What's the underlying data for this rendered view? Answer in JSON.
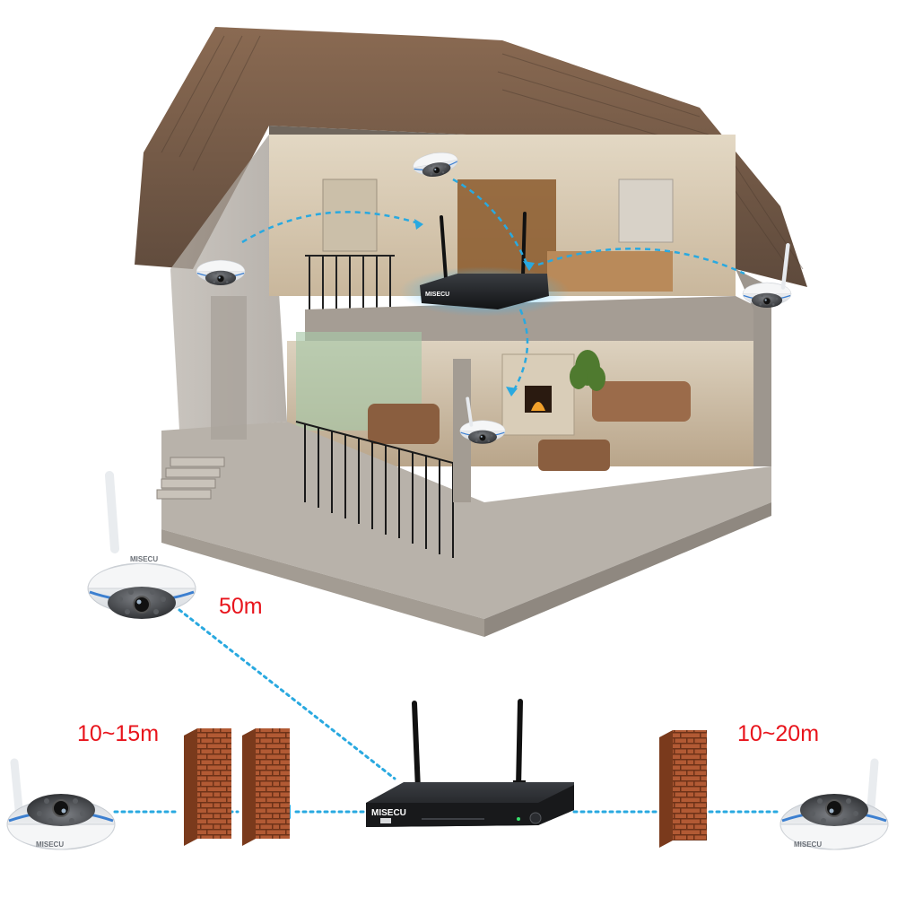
{
  "brand": "MISECU",
  "distances": {
    "top_camera": "50m",
    "left_camera": "10~15m",
    "right_camera": "10~20m"
  },
  "colors": {
    "distance_label": "#e8141c",
    "signal_line": "#29a9e0",
    "wifi_glow": "#3fb6f2",
    "brick": "#b25a34",
    "nvr_body": "#1f2124"
  },
  "icons": [
    "dome-camera-icon",
    "nvr-recorder-icon",
    "antenna-icon",
    "brick-wall-icon",
    "arrow-icon"
  ]
}
